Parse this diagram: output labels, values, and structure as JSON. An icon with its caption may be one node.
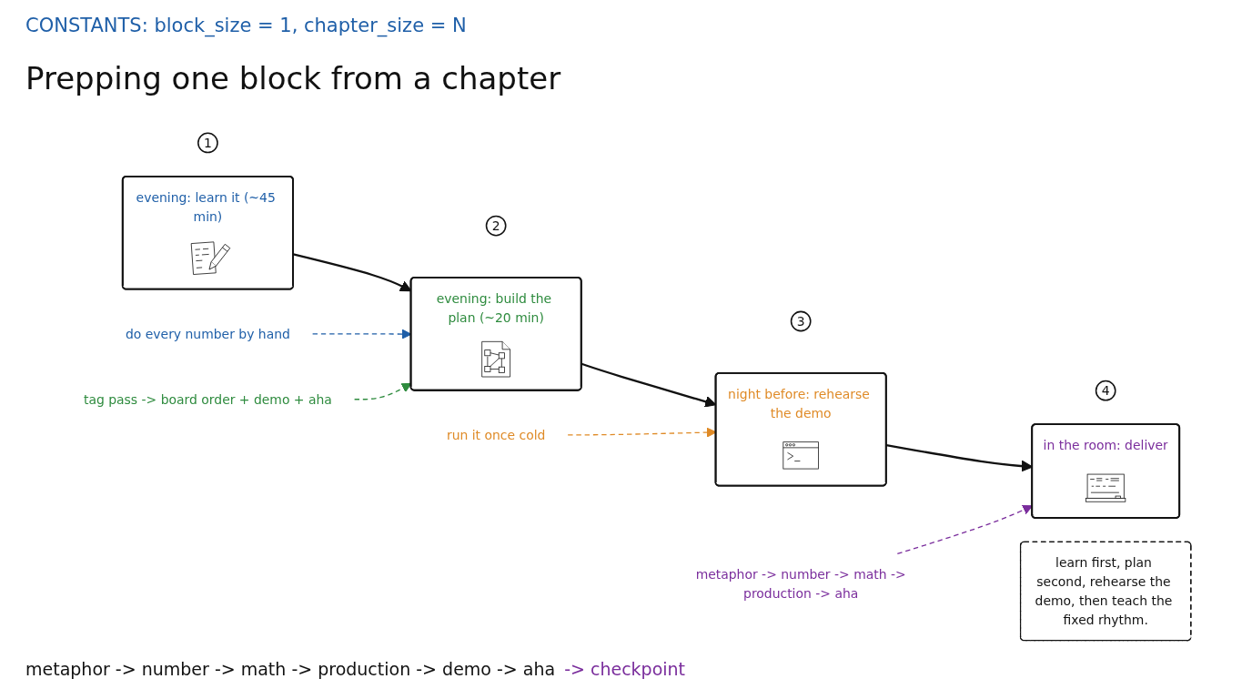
{
  "diagram": {
    "title": "Prepping one block from a chapter",
    "nodes": [
      {
        "text": [
          "1"
        ]
      },
      {
        "text": [
          "2"
        ]
      },
      {
        "text": [
          "3"
        ]
      },
      {
        "text": [
          "4"
        ]
      },
      {
        "text": [
          "evening: learn it (~45 min)"
        ]
      },
      {
        "text": [
          "evening: build the plan (~20 min)"
        ]
      },
      {
        "text": [
          "night before: rehearse the demo"
        ]
      },
      {
        "text": [
          "in the room: deliver"
        ]
      },
      {
        "text": [
          "do every number by hand"
        ]
      },
      {
        "text": [
          "tag pass -> board order + demo + aha"
        ]
      },
      {
        "text": [
          "run it once cold"
        ]
      },
      {
        "text": [
          "metaphor -> number -> math -> production -> aha"
        ]
      },
      {
        "text": [
          "learn first, plan second, rehearse the demo, then teach the fixed rhythm."
        ]
      }
    ],
    "edges": [
      {
        "from": 4,
        "to": 5,
        "arrow": "to"
      },
      {
        "from": 5,
        "to": 6,
        "arrow": "to"
      },
      {
        "from": 6,
        "to": 7,
        "arrow": "to"
      },
      {
        "from": 8,
        "to": 5,
        "arrow": "to",
        "style": "dashed",
        "color": "#1f5fa8"
      },
      {
        "from": 9,
        "to": 5,
        "arrow": "to",
        "style": "dashed",
        "color": "#2e8b3e"
      },
      {
        "from": 10,
        "to": 6,
        "arrow": "to",
        "style": "dashed",
        "color": "#df8a26"
      },
      {
        "from": 11,
        "to": 7,
        "arrow": "to",
        "style": "dashed",
        "color": "#7a2d9c"
      }
    ],
    "labels": [
      "CONSTANTS: block_size = 1, chapter_size = N",
      "metaphor -> number -> math -> production -> demo -> aha",
      "-> checkpoint"
    ]
  }
}
